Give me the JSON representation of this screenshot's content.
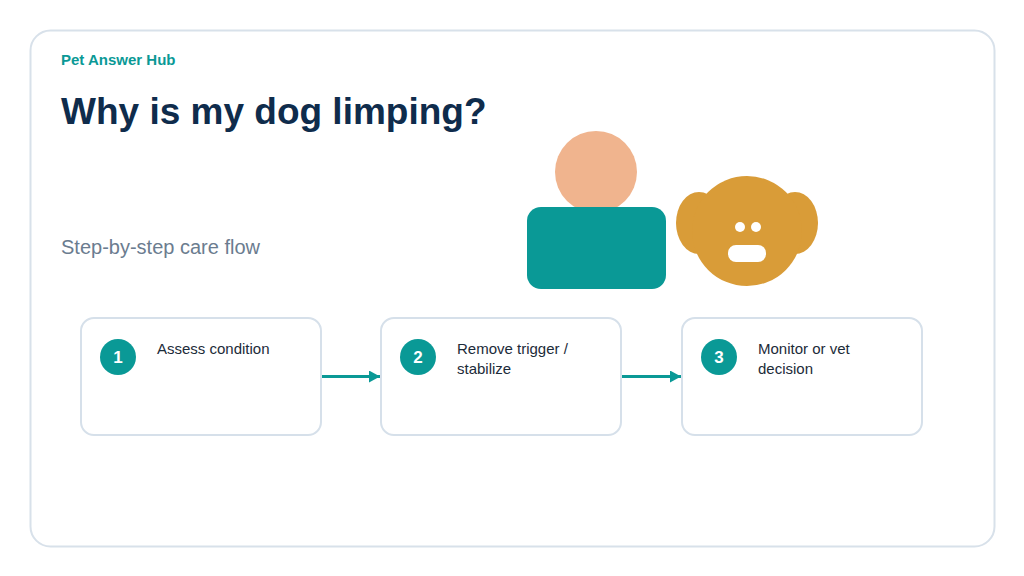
{
  "diagram": {
    "title": "Why is my dog limping?",
    "nodes": [
      {
        "text": [
          "Assess condition"
        ]
      },
      {
        "text": [
          "1"
        ],
        "in": 0
      },
      {
        "text": [
          "Remove trigger / stabilize"
        ]
      },
      {
        "text": [
          "2"
        ],
        "in": 2
      },
      {
        "text": [
          "Monitor or vet decision"
        ]
      },
      {
        "text": [
          "3"
        ],
        "in": 4
      }
    ],
    "edges": [
      {
        "from": 0,
        "to": 2,
        "arrow": "to"
      },
      {
        "from": 2,
        "to": 4,
        "arrow": "to"
      }
    ],
    "labels": [
      "Pet Answer Hub",
      "Step-by-step care flow"
    ]
  }
}
